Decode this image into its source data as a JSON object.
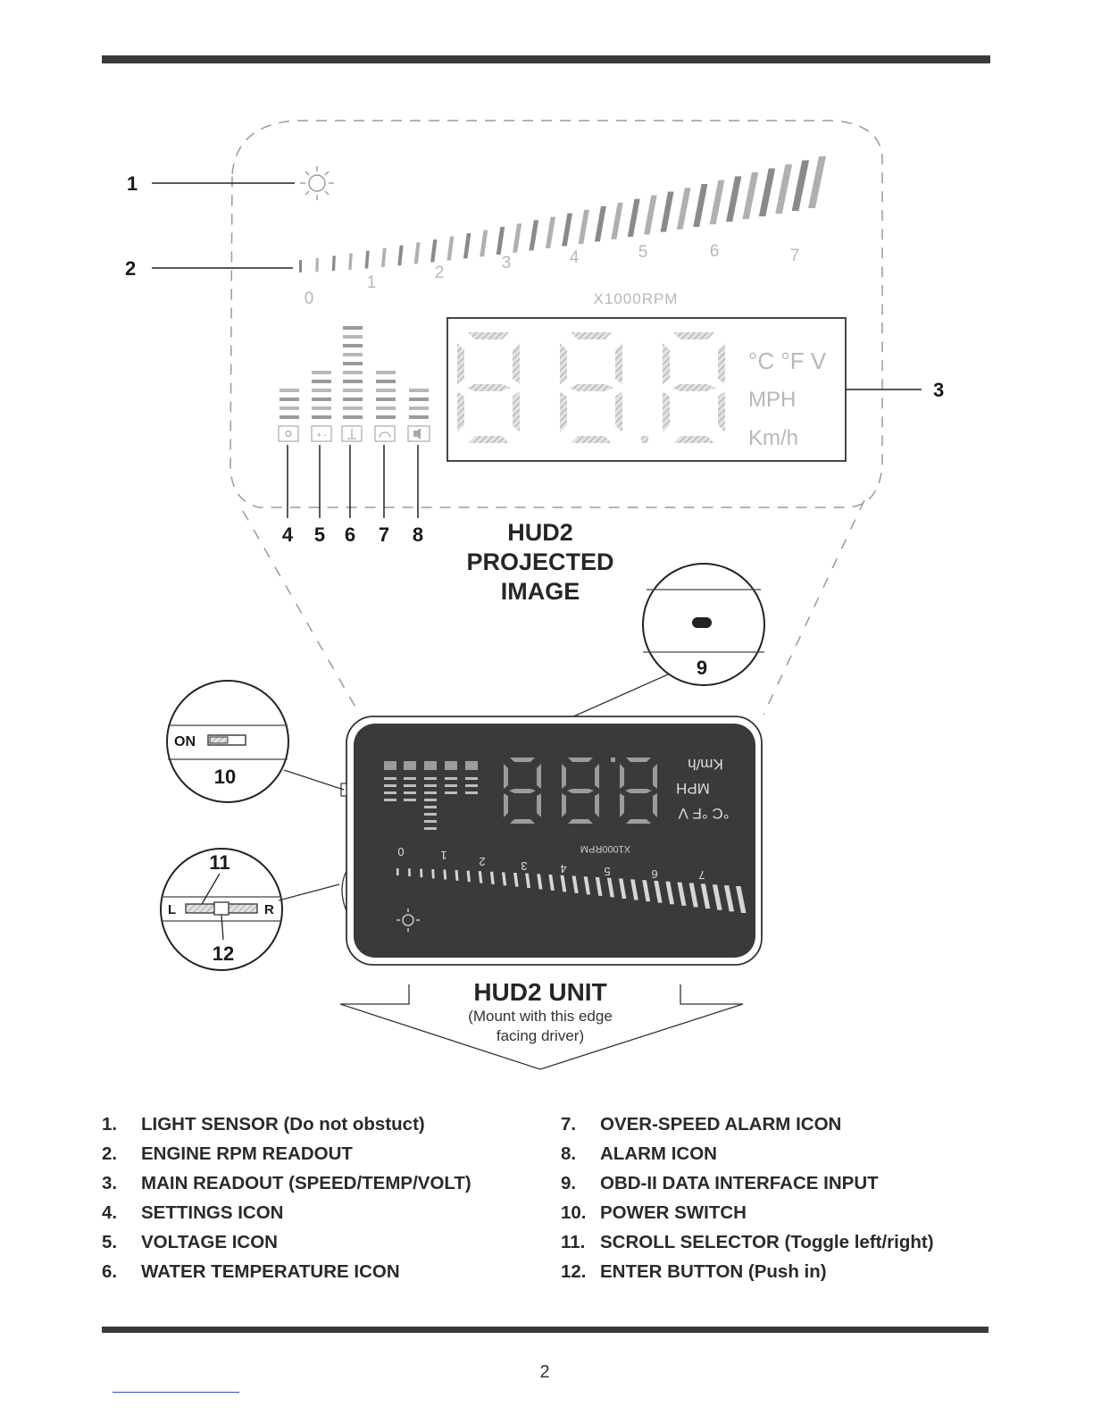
{
  "figure": {
    "projected": {
      "title_lines": [
        "HUD2",
        "PROJECTED",
        "IMAGE"
      ],
      "rpm_scale": [
        "0",
        "1",
        "2",
        "3",
        "4",
        "5",
        "6",
        "7"
      ],
      "rpm_unit": "X1000RPM",
      "main_digits": "88.8",
      "units": {
        "temp_volt": "°C °F V",
        "mph": "MPH",
        "kmh": "Km/h"
      }
    },
    "unit": {
      "title": "HUD2 UNIT",
      "note_line1": "(Mount with this edge",
      "note_line2": "facing driver)",
      "on_label": "ON",
      "left_label": "L",
      "right_label": "R",
      "mirrored_digits": "88.8",
      "mirrored_units": {
        "kmh": "Km/h",
        "mph": "MPH",
        "temp_volt": "°C °F V"
      },
      "mirrored_rpm_unit": "X1000RPM",
      "rpm_scale": [
        "0",
        "1",
        "2",
        "3",
        "4",
        "5",
        "6",
        "7"
      ]
    },
    "callouts": [
      "1",
      "2",
      "3",
      "4",
      "5",
      "6",
      "7",
      "8",
      "9",
      "10",
      "11",
      "12"
    ],
    "icons": [
      "light-sensor-icon",
      "settings-icon",
      "voltage-icon",
      "water-temperature-icon",
      "over-speed-alarm-icon",
      "alarm-icon",
      "obd-port-icon",
      "power-switch-icon",
      "scroll-selector-icon"
    ],
    "colors": {
      "unit_screen": "#3a3a3a",
      "display_segment": "#bdbdbd",
      "ink": "#1a1a1a"
    }
  },
  "legend": {
    "left": [
      {
        "num": "1.",
        "text": "LIGHT SENSOR (Do not obstuct)"
      },
      {
        "num": "2.",
        "text": "ENGINE RPM READOUT"
      },
      {
        "num": "3.",
        "text": "MAIN READOUT (SPEED/TEMP/VOLT)"
      },
      {
        "num": "4.",
        "text": "SETTINGS ICON"
      },
      {
        "num": "5.",
        "text": "VOLTAGE ICON"
      },
      {
        "num": "6.",
        "text": "WATER TEMPERATURE ICON"
      }
    ],
    "right": [
      {
        "num": "7.",
        "text": "OVER-SPEED ALARM ICON"
      },
      {
        "num": "8.",
        "text": "ALARM ICON"
      },
      {
        "num": "9.",
        "text": "OBD-II DATA INTERFACE INPUT"
      },
      {
        "num": "10.",
        "text": "POWER SWITCH"
      },
      {
        "num": "11.",
        "text": "SCROLL SELECTOR (Toggle left/right)"
      },
      {
        "num": "12.",
        "text": "ENTER BUTTON (Push in)"
      }
    ]
  },
  "page_number": "2"
}
